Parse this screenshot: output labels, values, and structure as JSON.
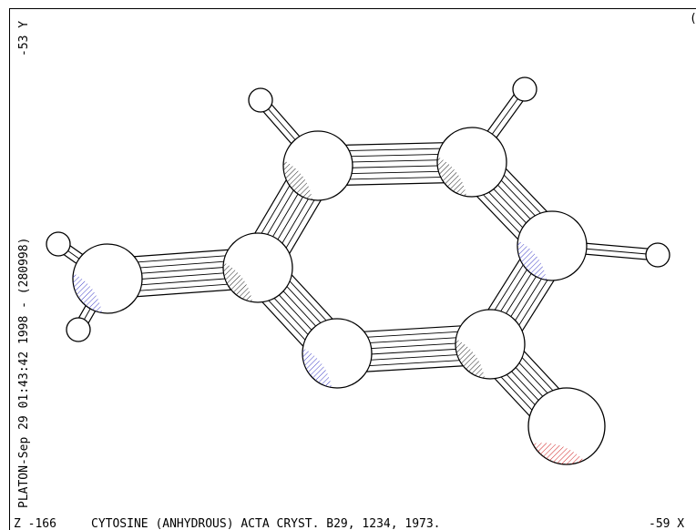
{
  "viewer": {
    "side_top_label": "-53 Y",
    "side_label": "PLATON-Sep 29 01:43:42 1998 - (280998)",
    "corner_mark": "(",
    "z_label": "Z -166",
    "caption": "CYTOSINE (ANHYDROUS) ACTA CRYST. B29, 1234, 1973.",
    "x_label": "-59 X"
  },
  "colors": {
    "nitrogen_hatch": "#4040c8",
    "oxygen_hatch": "#d02020",
    "carbon_hatch": "#202020"
  },
  "molecule": {
    "atoms": [
      {
        "id": "N4",
        "element": "N",
        "kind": "heavy"
      },
      {
        "id": "C4",
        "element": "C",
        "kind": "heavy"
      },
      {
        "id": "C5",
        "element": "C",
        "kind": "heavy"
      },
      {
        "id": "C6",
        "element": "C",
        "kind": "heavy"
      },
      {
        "id": "N1",
        "element": "N",
        "kind": "heavy"
      },
      {
        "id": "C2",
        "element": "C",
        "kind": "heavy"
      },
      {
        "id": "N3",
        "element": "N",
        "kind": "heavy"
      },
      {
        "id": "O2",
        "element": "O",
        "kind": "heavy"
      },
      {
        "id": "H5",
        "element": "H",
        "kind": "hydrogen"
      },
      {
        "id": "H6",
        "element": "H",
        "kind": "hydrogen"
      },
      {
        "id": "H1",
        "element": "H",
        "kind": "hydrogen"
      },
      {
        "id": "H4A",
        "element": "H",
        "kind": "hydrogen"
      },
      {
        "id": "H4B",
        "element": "H",
        "kind": "hydrogen"
      }
    ],
    "bonds": [
      [
        "N4",
        "C4"
      ],
      [
        "C4",
        "C5"
      ],
      [
        "C5",
        "C6"
      ],
      [
        "C6",
        "N1"
      ],
      [
        "N1",
        "C2"
      ],
      [
        "C2",
        "N3"
      ],
      [
        "N3",
        "C4"
      ],
      [
        "C2",
        "O2"
      ],
      [
        "C5",
        "H5"
      ],
      [
        "C6",
        "H6"
      ],
      [
        "N1",
        "H1"
      ],
      [
        "N4",
        "H4A"
      ],
      [
        "N4",
        "H4B"
      ]
    ]
  }
}
